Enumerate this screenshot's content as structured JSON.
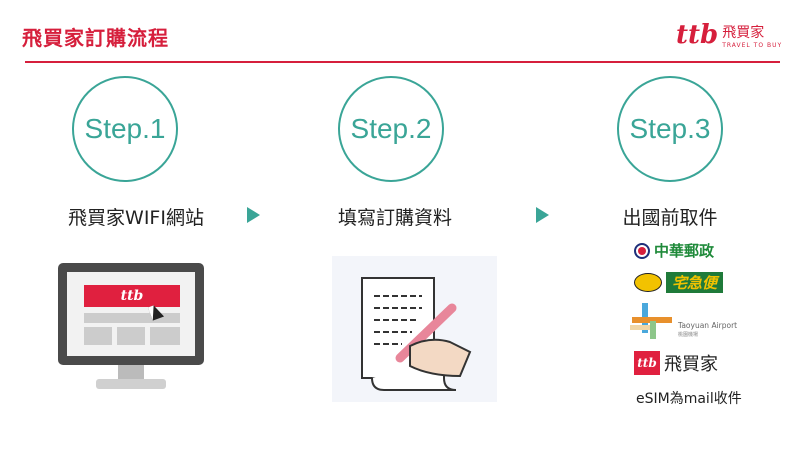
{
  "header": {
    "title": "飛買家訂購流程",
    "brand_mark": "ttb",
    "brand_name": "飛買家",
    "brand_tagline": "TRAVEL TO BUY",
    "accent": "#d61f3c"
  },
  "steps": [
    {
      "circle": "Step.1",
      "label": "飛買家WIFI網站"
    },
    {
      "circle": "Step.2",
      "label": "填寫訂購資料"
    },
    {
      "circle": "Step.3",
      "label": "出國前取件"
    }
  ],
  "teal": "#3aa597",
  "pickup": {
    "post": "中華郵政",
    "tqb": "宅急便",
    "airport": "Taoyuan Airport",
    "airport_zh": "桃園機場",
    "ttb": "飛買家",
    "ttb_mark": "ttb",
    "esim": "eSIM為mail收件"
  },
  "monitor_logo": "ttb"
}
